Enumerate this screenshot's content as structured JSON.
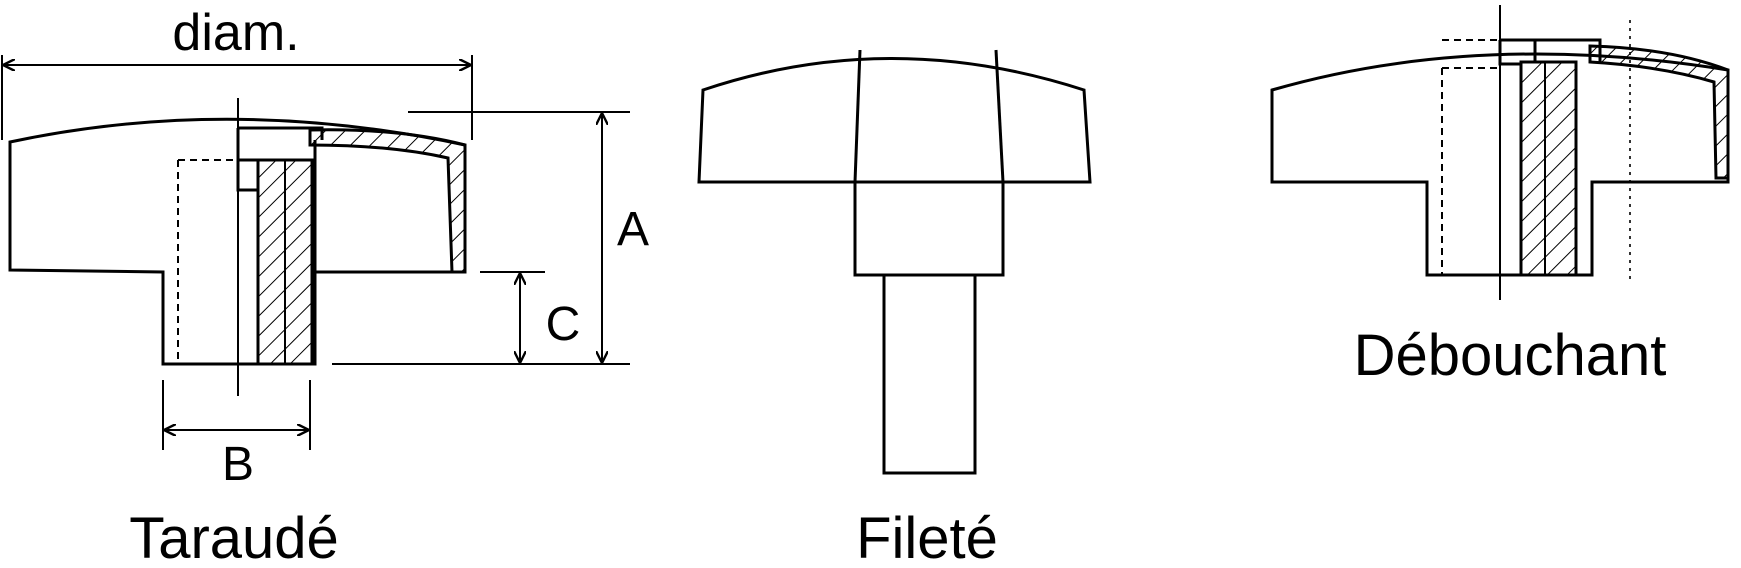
{
  "labels": {
    "diam": "diam.",
    "a": "A",
    "b": "B",
    "c": "C",
    "taraude": "Taraudé",
    "filete": "Fileté",
    "debouchant": "Débouchant"
  }
}
